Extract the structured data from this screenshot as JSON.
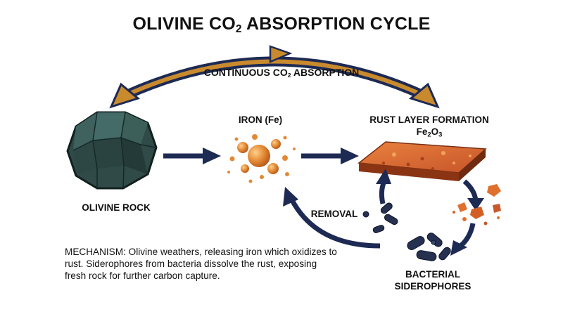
{
  "title": {
    "main": "OLIVINE CO",
    "sub": "2",
    "tail": " ABSORPTION CYCLE"
  },
  "cycle_label": {
    "main": "CONTINUOUS CO",
    "sub": "2",
    "tail": " ABSORPTION"
  },
  "nodes": {
    "olivine": "OLIVINE ROCK",
    "iron": "IRON (Fe)",
    "rust": "RUST LAYER FORMATION",
    "rust_formula": {
      "a": "Fe",
      "s1": "2",
      "b": "O",
      "s2": "3"
    },
    "bacteria_line1": "BACTERIAL",
    "bacteria_line2": "SIDEROPHORES"
  },
  "removal_label": "REMOVAL",
  "mechanism": "MECHANISM: Olivine weathers, releasing iron which oxidizes to rust. Siderophores from bacteria dissolve the rust, exposing fresh rock for further carbon capture.",
  "colors": {
    "arrow_navy": "#1d2a54",
    "arrow_gold": "#c98a2e",
    "rock": "#2f4a47",
    "iron": "#e08a35",
    "rust": "#c9592a",
    "bacteria": "#26304f"
  }
}
